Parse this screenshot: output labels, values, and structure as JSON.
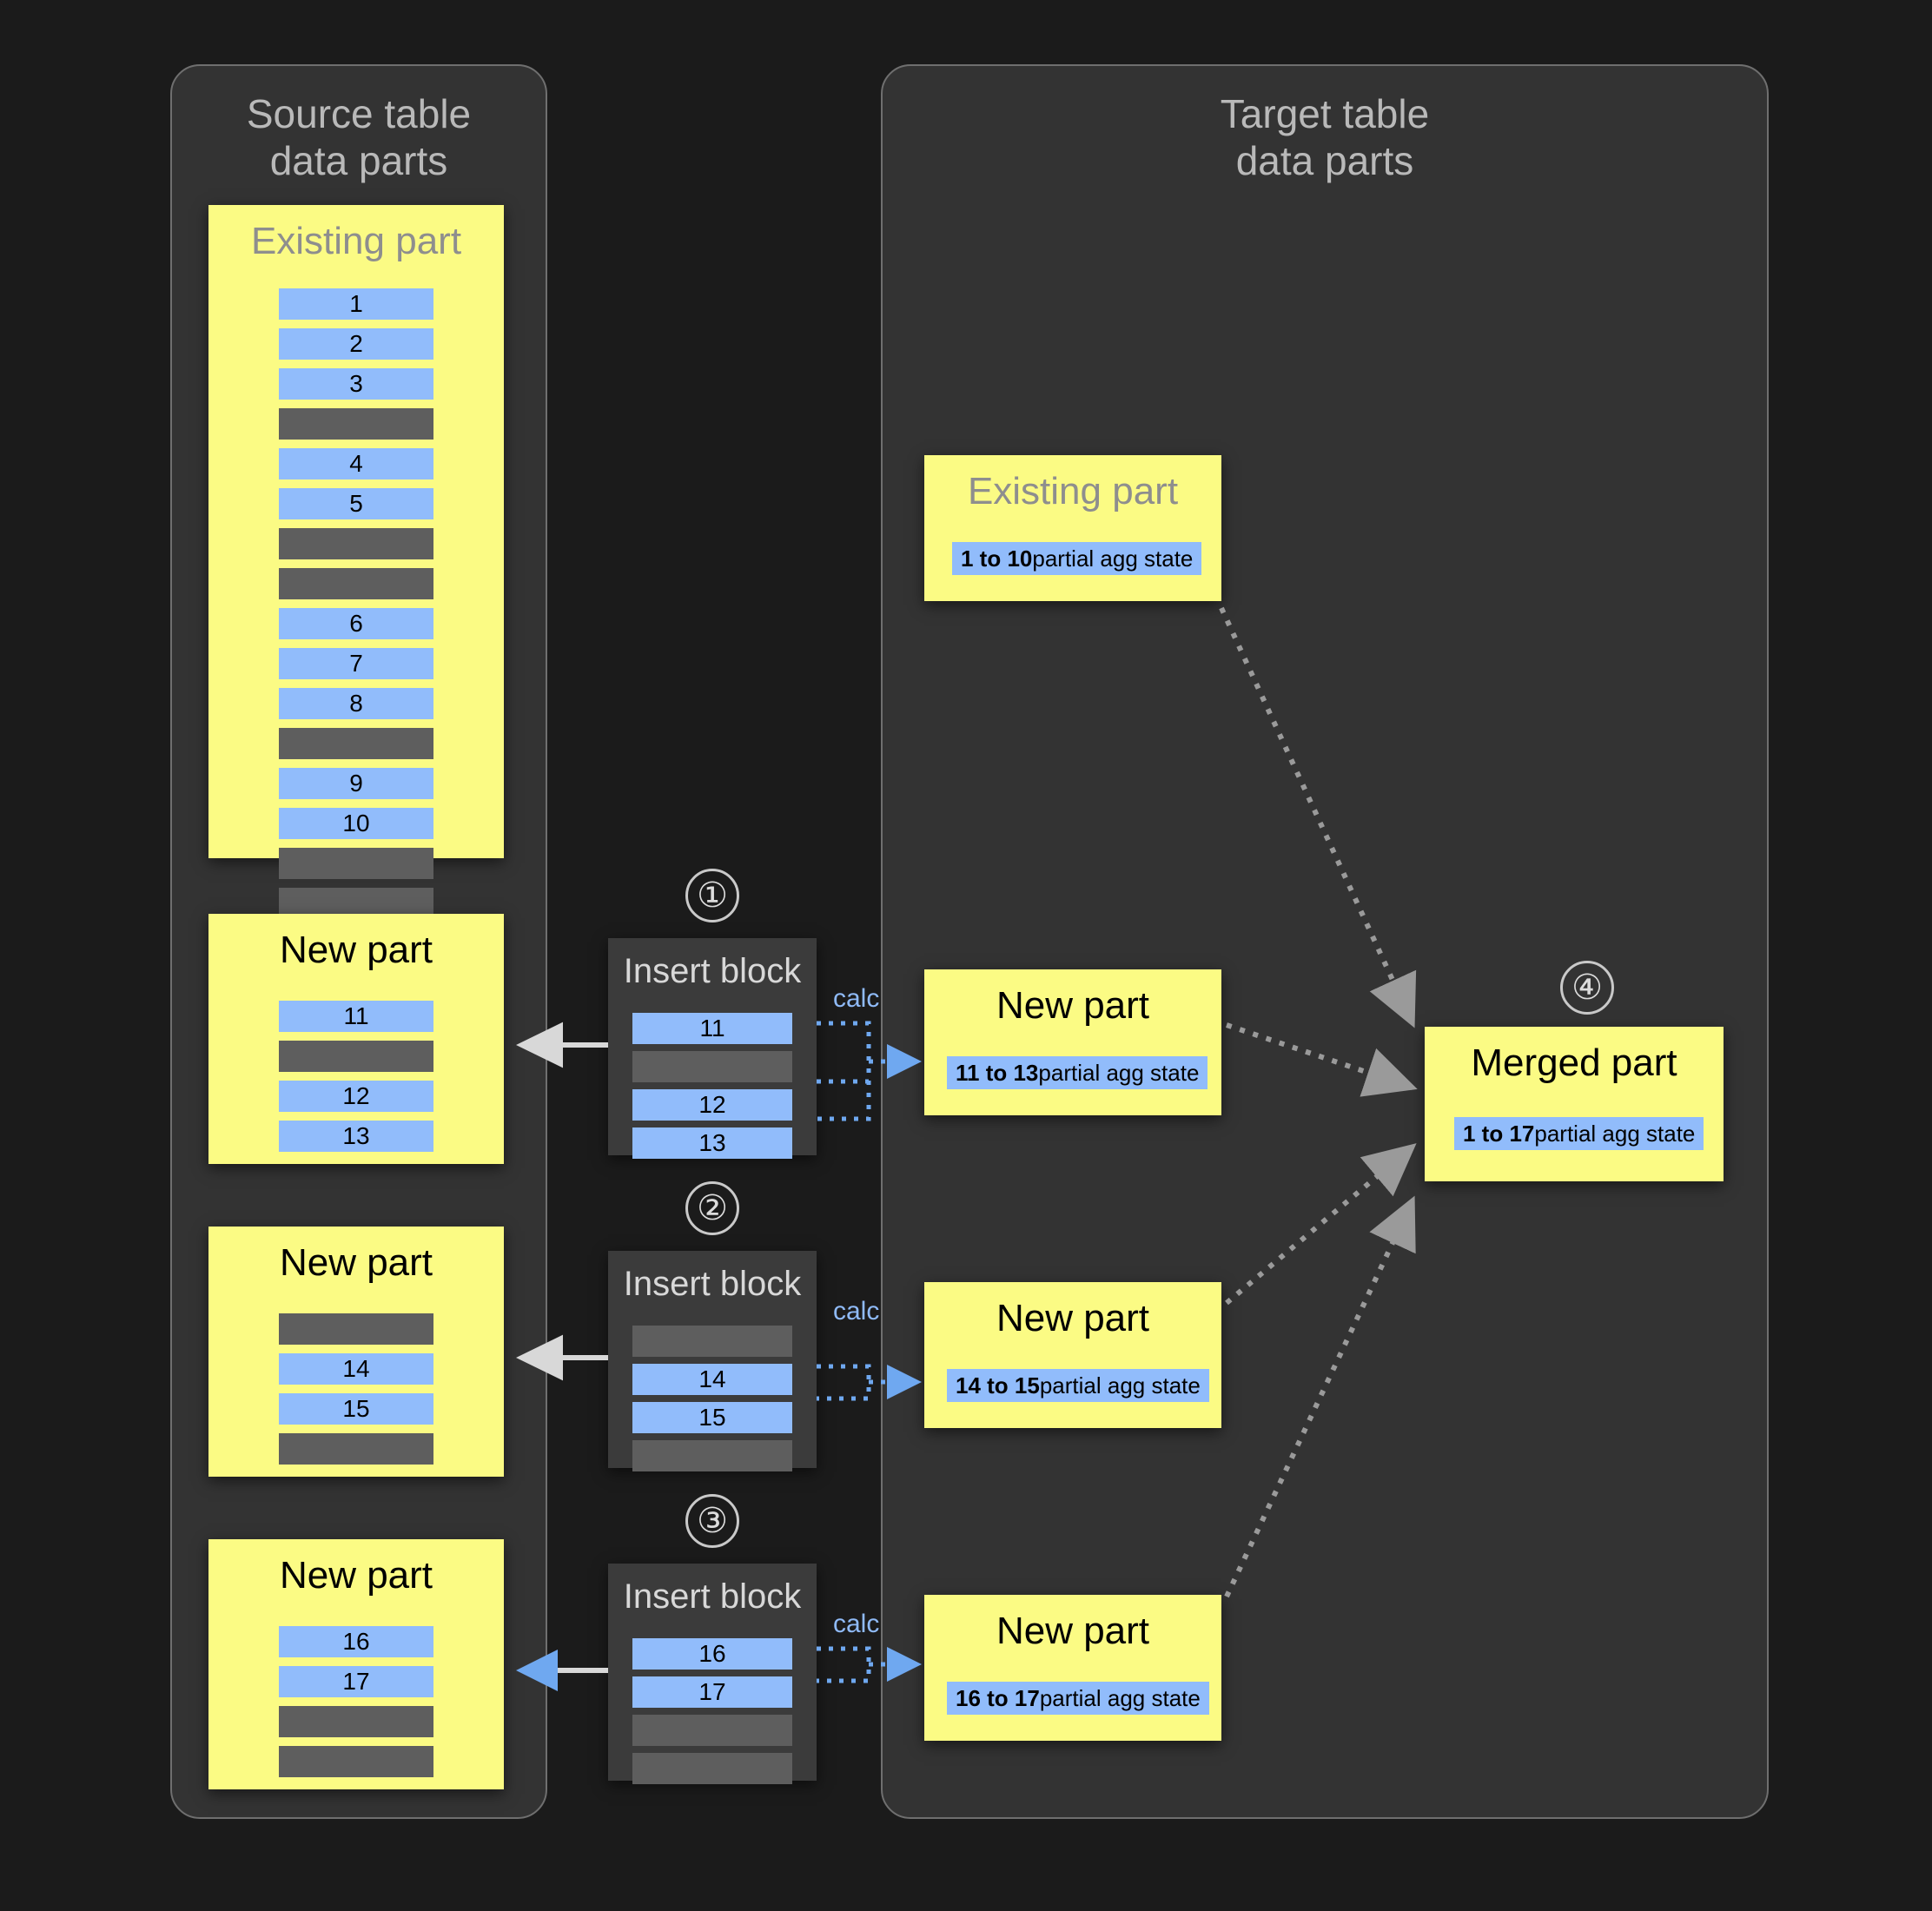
{
  "source_panel": {
    "title": "Source table\ndata parts",
    "parts": [
      {
        "name": "existing-part",
        "title": "Existing part",
        "muted": true,
        "rows": [
          {
            "type": "blue",
            "label": "1"
          },
          {
            "type": "blue",
            "label": "2"
          },
          {
            "type": "blue",
            "label": "3"
          },
          {
            "type": "gray",
            "label": ""
          },
          {
            "type": "blue",
            "label": "4"
          },
          {
            "type": "blue",
            "label": "5"
          },
          {
            "type": "gray",
            "label": ""
          },
          {
            "type": "gray",
            "label": ""
          },
          {
            "type": "blue",
            "label": "6"
          },
          {
            "type": "blue",
            "label": "7"
          },
          {
            "type": "blue",
            "label": "8"
          },
          {
            "type": "gray",
            "label": ""
          },
          {
            "type": "blue",
            "label": "9"
          },
          {
            "type": "blue",
            "label": "10"
          },
          {
            "type": "gray",
            "label": ""
          },
          {
            "type": "gray",
            "label": ""
          }
        ]
      },
      {
        "name": "new-part-1",
        "title": "New part",
        "muted": false,
        "rows": [
          {
            "type": "blue",
            "label": "11"
          },
          {
            "type": "gray",
            "label": ""
          },
          {
            "type": "blue",
            "label": "12"
          },
          {
            "type": "blue",
            "label": "13"
          }
        ]
      },
      {
        "name": "new-part-2",
        "title": "New part",
        "muted": false,
        "rows": [
          {
            "type": "gray",
            "label": ""
          },
          {
            "type": "blue",
            "label": "14"
          },
          {
            "type": "blue",
            "label": "15"
          },
          {
            "type": "gray",
            "label": ""
          }
        ]
      },
      {
        "name": "new-part-3",
        "title": "New part",
        "muted": false,
        "rows": [
          {
            "type": "blue",
            "label": "16"
          },
          {
            "type": "blue",
            "label": "17"
          },
          {
            "type": "gray",
            "label": ""
          },
          {
            "type": "gray",
            "label": ""
          }
        ]
      }
    ]
  },
  "insert_blocks": [
    {
      "step": "①",
      "title": "Insert block",
      "calc_label": "calc",
      "rows": [
        {
          "type": "blue",
          "label": "11"
        },
        {
          "type": "gray",
          "label": ""
        },
        {
          "type": "blue",
          "label": "12"
        },
        {
          "type": "blue",
          "label": "13"
        }
      ]
    },
    {
      "step": "②",
      "title": "Insert block",
      "calc_label": "calc",
      "rows": [
        {
          "type": "gray",
          "label": ""
        },
        {
          "type": "blue",
          "label": "14"
        },
        {
          "type": "blue",
          "label": "15"
        },
        {
          "type": "gray",
          "label": ""
        }
      ]
    },
    {
      "step": "③",
      "title": "Insert block",
      "calc_label": "calc",
      "rows": [
        {
          "type": "blue",
          "label": "16"
        },
        {
          "type": "blue",
          "label": "17"
        },
        {
          "type": "gray",
          "label": ""
        },
        {
          "type": "gray",
          "label": ""
        }
      ]
    }
  ],
  "target_panel": {
    "title": "Target table\ndata parts",
    "merge_step": "④",
    "parts": [
      {
        "name": "existing-part",
        "title": "Existing part",
        "muted": true,
        "range": "1 to 10",
        "state_text": " partial agg state"
      },
      {
        "name": "new-part-1",
        "title": "New part",
        "muted": false,
        "range": "11 to 13",
        "state_text": " partial agg state"
      },
      {
        "name": "new-part-2",
        "title": "New part",
        "muted": false,
        "range": "14 to 15",
        "state_text": " partial agg state"
      },
      {
        "name": "new-part-3",
        "title": "New part",
        "muted": false,
        "range": "16 to 17",
        "state_text": " partial agg state"
      }
    ],
    "merged_part": {
      "title": "Merged part",
      "range": "1 to 17",
      "state_text": " partial agg state"
    }
  },
  "colors": {
    "background": "#1b1b1b",
    "panel": "#333333",
    "panel_border": "#6f6f6f",
    "yellow_card": "#fbfb84",
    "blue_row": "#91bcfb",
    "gray_row": "#5e5e5e",
    "insert_block": "#3b3b3b",
    "muted_text": "#8e8e8e",
    "calc_blue": "#8fbaf7",
    "arrow_gray": "#9a9a9a",
    "arrow_white": "#d8d8d8"
  }
}
